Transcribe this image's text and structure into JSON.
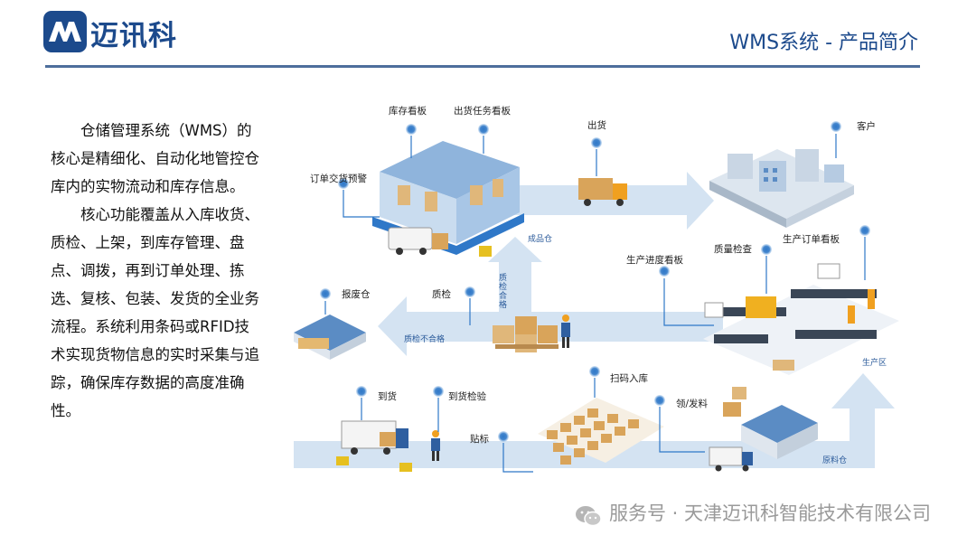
{
  "header": {
    "brand": "迈讯科",
    "title": "WMS系统 - 产品简介"
  },
  "description": {
    "paragraph1": "仓储管理系统（WMS）的核心是精细化、自动化地管控仓库内的实物流动和库存信息。",
    "paragraph2": "核心功能覆盖从入库收货、质检、上架，到库存管理、盘点、调拨，再到订单处理、拣选、复核、包装、发货的全业务流程。系统利用条码或RFID技术实现货物信息的实时采集与追踪，确保库存数据的高度准确性。"
  },
  "diagram": {
    "labels": {
      "inventory_board": "库存看板",
      "shipping_task_board": "出货任务看板",
      "order_delivery_warning": "订单交货预警",
      "shipping": "出货",
      "customer": "客户",
      "finished_goods_warehouse": "成品仓",
      "quality_pass": "质检合格",
      "scrap_warehouse": "报废仓",
      "quality_check": "质检",
      "quality_fail": "质检不合格",
      "production_progress_board": "生产进度看板",
      "quality_inspection": "质量检查",
      "production_order_board": "生产订单看板",
      "production_area": "生产区",
      "arrival": "到货",
      "arrival_inspection": "到货检验",
      "scan_inbound": "扫码入库",
      "labeling": "贴标",
      "material_issue": "领/发料",
      "raw_material_warehouse": "原料仓"
    }
  },
  "footer": {
    "text": "服务号 · 天津迈讯科智能技术有限公司"
  },
  "colors": {
    "brand_blue": "#1c4a8c",
    "flow_arrow": "#d4e3f2",
    "pin_blue": "#2f78c8"
  }
}
